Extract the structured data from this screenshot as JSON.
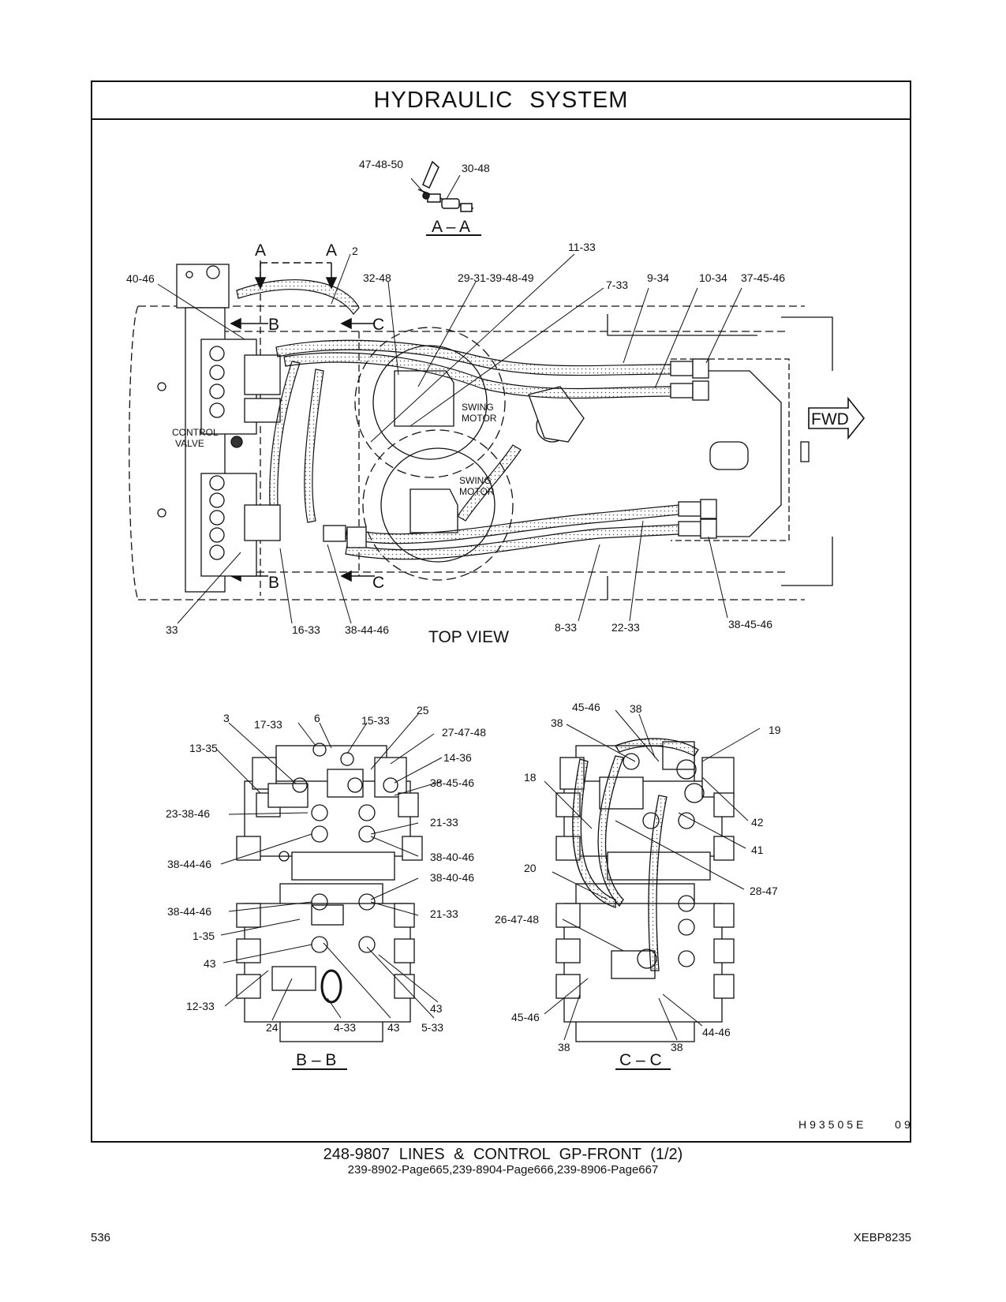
{
  "header": {
    "title": "HYDRAULIC SYSTEM"
  },
  "views": {
    "aa": "A – A",
    "top": "TOP VIEW",
    "bb": "B – B",
    "cc": "C – C"
  },
  "section_marks": {
    "a": "A",
    "b": "B",
    "c": "C"
  },
  "components": {
    "control_valve_1": "CONTROL",
    "control_valve_2": "VALVE",
    "swing_motor_1": "SWING",
    "swing_motor_2": "MOTOR",
    "fwd": "FWD"
  },
  "callouts": {
    "aa": [
      "47-48-50",
      "30-48"
    ],
    "top": [
      "2",
      "11-33",
      "40-46",
      "32-48",
      "29-31-39-48-49",
      "7-33",
      "9-34",
      "10-34",
      "37-45-46",
      "33",
      "16-33",
      "38-44-46",
      "8-33",
      "22-33",
      "38-45-46"
    ],
    "bb": [
      "3",
      "17-33",
      "6",
      "15-33",
      "25",
      "27-47-48",
      "13-35",
      "14-36",
      "38-45-46",
      "23-38-46",
      "21-33",
      "38-44-46",
      "38-40-46",
      "38-40-46",
      "38-44-46",
      "21-33",
      "1-35",
      "43",
      "12-33",
      "24",
      "4-33",
      "43",
      "5-33",
      "43"
    ],
    "cc": [
      "45-46",
      "38",
      "38",
      "19",
      "18",
      "42",
      "41",
      "20",
      "28-47",
      "26-47-48",
      "45-46",
      "38",
      "38",
      "44-46"
    ]
  },
  "footer": {
    "drawing_code": "H93505E",
    "drawing_rev": "09",
    "part_title": "248-9807 LINES & CONTROL GP-FRONT (1/2)",
    "references": "239-8902-Page665,239-8904-Page666,239-8906-Page667",
    "page_number": "536",
    "doc_code": "XEBP8235"
  }
}
